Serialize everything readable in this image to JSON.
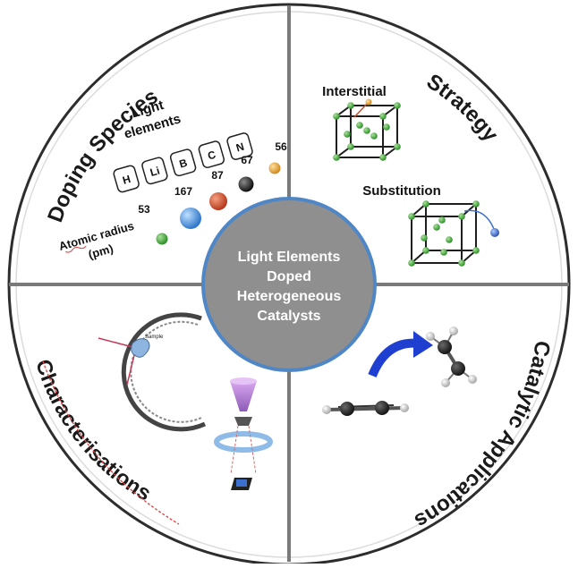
{
  "center": {
    "line1": "Light Elements",
    "line2": "Doped",
    "line3": "Heterogeneous",
    "line4": "Catalysts"
  },
  "quadrants": {
    "top_left": {
      "title": "Doping Species",
      "light_elements_label_line1": "Light",
      "light_elements_label_line2": "elements",
      "elements": [
        "H",
        "Li",
        "B",
        "C",
        "N"
      ],
      "atomic_radius_label": "Atomic radius",
      "atomic_radius_unit": "(pm)",
      "radii": [
        {
          "value": "53",
          "color": "#3fb33a"
        },
        {
          "value": "167",
          "color": "#4a8fd6"
        },
        {
          "value": "87",
          "color": "#c8502c"
        },
        {
          "value": "67",
          "color": "#2b2b2b"
        },
        {
          "value": "56",
          "color": "#e0a03a"
        }
      ]
    },
    "top_right": {
      "title": "Strategy",
      "interstitial": "Interstitial",
      "substitution": "Substitution"
    },
    "bottom_left": {
      "title": "Characterisations",
      "sample_label": "Sample"
    },
    "bottom_right": {
      "title": "Catalytic Applications"
    }
  },
  "colors": {
    "ring_border": "#333333",
    "divider": "#7a7a7a",
    "center_fill": "#8f8f8f",
    "center_border": "#4f86c6",
    "arrow_blue": "#1f3fd1",
    "lattice_green": "#3f9d3b"
  }
}
